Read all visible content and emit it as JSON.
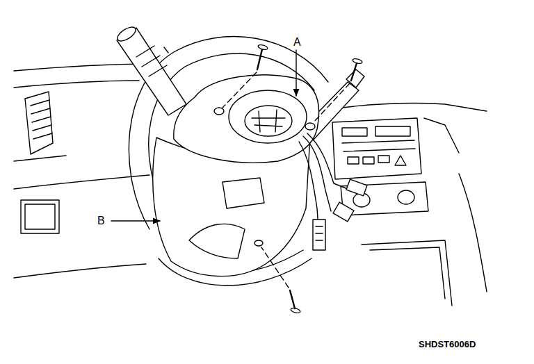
{
  "diagram": {
    "labels": [
      "A",
      "B",
      "SHDST6006D"
    ]
  }
}
